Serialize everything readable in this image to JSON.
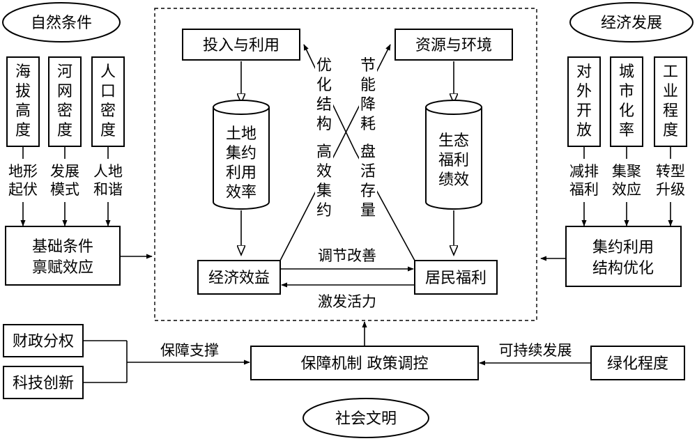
{
  "colors": {
    "stroke": "#000000",
    "background": "#ffffff"
  },
  "ovals": {
    "natural": "自然条件",
    "economic": "经济发展",
    "social": "社会文明"
  },
  "left_factors": [
    {
      "box": "海拔高度",
      "effect": [
        "地形",
        "起伏"
      ]
    },
    {
      "box": "河网密度",
      "effect": [
        "发展",
        "模式"
      ]
    },
    {
      "box": "人口密度",
      "effect": [
        "人地",
        "和谐"
      ]
    }
  ],
  "left_summary": [
    "基础条件",
    "禀赋效应"
  ],
  "right_factors": [
    {
      "box": "对外开放",
      "effect": [
        "减排",
        "福利"
      ]
    },
    {
      "box": "城市化率",
      "effect": [
        "集聚",
        "效应"
      ]
    },
    {
      "box": "工业程度",
      "effect": [
        "转型",
        "升级"
      ]
    }
  ],
  "right_summary": [
    "集约利用",
    "结构优化"
  ],
  "center": {
    "input_use": "投入与利用",
    "resource_env": "资源与环境",
    "land_efficiency": [
      "土地",
      "集约",
      "利用",
      "效率"
    ],
    "eco_welfare": [
      "生态",
      "福利",
      "绩效"
    ],
    "optimize": [
      "优",
      "化",
      "结",
      "构"
    ],
    "energy_saving": [
      "节",
      "能",
      "降",
      "耗"
    ],
    "efficient": [
      "高",
      "效",
      "集",
      "约"
    ],
    "revitalize": [
      "盘",
      "活",
      "存",
      "量"
    ],
    "economic_benefit": "经济效益",
    "resident_welfare": "居民福利",
    "regulate": "调节改善",
    "stimulate": "激发活力"
  },
  "bottom": {
    "fiscal": "财政分权",
    "tech": "科技创新",
    "support": "保障支撑",
    "mechanism": "保障机制  政策调控",
    "sustainable": "可持续发展",
    "greening": "绿化程度"
  }
}
